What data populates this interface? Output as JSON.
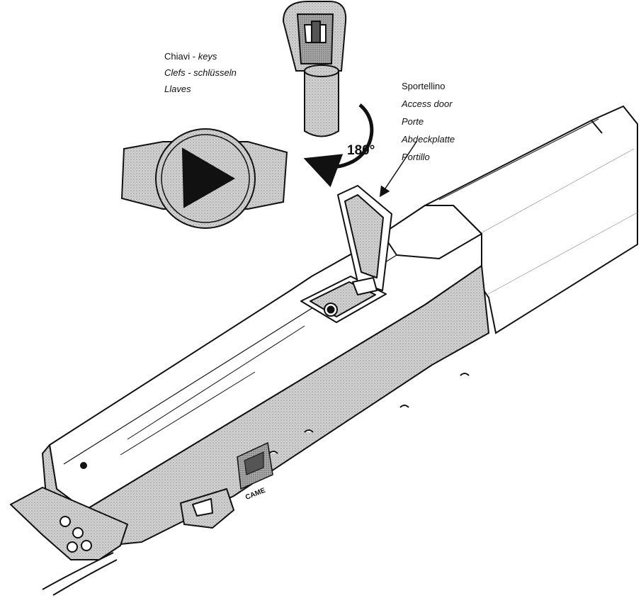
{
  "keys_label": {
    "line1_a": "Chiavi - ",
    "line1_b": "keys",
    "line2": "Clefs - schlüsseln",
    "line3": "Llaves"
  },
  "rotation_label": "180°",
  "door_label": {
    "line1": "Sportellino",
    "line2": "Access door",
    "line3": "Porte",
    "line4": "Abdeckplatte",
    "line5": "Portillo"
  },
  "brand_logo": "CAME",
  "colors": {
    "line": "#111111",
    "shade": "#bdbdbd",
    "shade_dark": "#8e8e8e",
    "paper": "#ffffff"
  }
}
